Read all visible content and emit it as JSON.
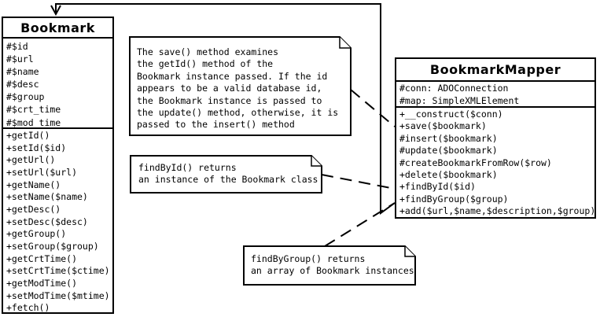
{
  "diagram": {
    "colors": {
      "line": "#000000",
      "background": "#ffffff"
    },
    "classes": [
      {
        "name": "Bookmark",
        "attributes": [
          "#$id",
          "#$url",
          "#$name",
          "#$desc",
          "#$group",
          "#$crt_time",
          "#$mod_time"
        ],
        "methods": [
          "+getId()",
          "+setId($id)",
          "+getUrl()",
          "+setUrl($url)",
          "+getName()",
          "+setName($name)",
          "+getDesc()",
          "+setDesc($desc)",
          "+getGroup()",
          "+setGroup($group)",
          "+getCrtTime()",
          "+setCrtTime($ctime)",
          "+getModTime()",
          "+setModTime($mtime)",
          "+fetch()"
        ]
      },
      {
        "name": "BookmarkMapper",
        "attributes": [
          "#conn: ADOConnection",
          "#map: SimpleXMLElement"
        ],
        "methods": [
          "+__construct($conn)",
          "+save($bookmark)",
          "#insert($bookmark)",
          "#update($bookmark)",
          "#createBookmarkFromRow($row)",
          "+delete($bookmark)",
          "+findById($id)",
          "+findByGroup($group)",
          "+add($url,$name,$description,$group)"
        ]
      }
    ],
    "notes": [
      {
        "id": "save-note",
        "lines": [
          "The save() method examines",
          "the getId() method of the",
          "Bookmark instance passed. If the id",
          "appears to be a valid database id,",
          "the Bookmark instance is passed to",
          "the update() method, otherwise, it is",
          "passed to the insert() method"
        ]
      },
      {
        "id": "findbyid-note",
        "lines": [
          "findById() returns",
          "an instance of the Bookmark class"
        ]
      },
      {
        "id": "findbygroup-note",
        "lines": [
          "findByGroup() returns",
          "an array of Bookmark instances"
        ]
      }
    ]
  }
}
